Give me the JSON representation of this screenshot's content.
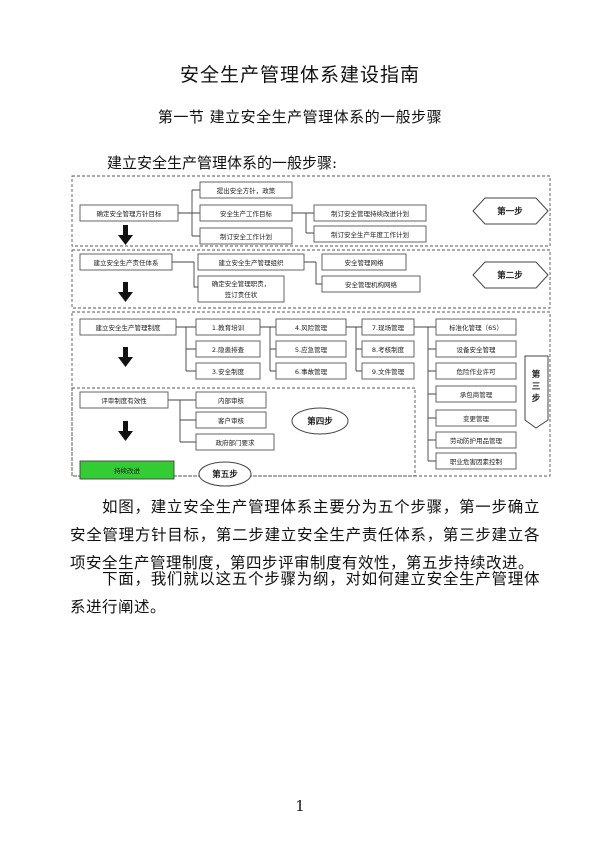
{
  "document": {
    "title": "安全生产管理体系建设指南",
    "section": "第一节   建立安全生产管理体系的一般步骤",
    "lead": "建立安全生产管理体系的一般步骤:",
    "paragraphs": [
      "如图，建立安全生产管理体系主要分为五个步骤，第一步确立安全管理方针目标，第二步建立安全生产责任体系，第三步建立各项安全生产管理制度，第四步评审制度有效性，第五步持续改进。",
      "下面，我们就以这五个步骤为纲，对如何建立安全生产管理体系进行阐述。"
    ],
    "page_number": "1"
  },
  "diagram": {
    "step1": {
      "main": "确定安全管理方针目标",
      "subs": [
        "提出安全方针，政策",
        "安全生产工作目标",
        "制订安全工作计划"
      ],
      "plans": [
        "制订安全管理持续改进计划",
        "制订安全生产年度工作计划"
      ],
      "step_label": "第一步"
    },
    "step2": {
      "main": "建立安全生产责任体系",
      "sub1": "建立安全生产管理组织",
      "sub2a": "确定安全管理职责，",
      "sub2b": "签订责任状",
      "nets": [
        "安全管理网络",
        "安全管理机构网络"
      ],
      "step_label": "第二步"
    },
    "step3": {
      "main": "建立安全生产管理制度",
      "col1": [
        "1.教育培训",
        "2.隐患排查",
        "3.安全制度"
      ],
      "col2": [
        "4.风险管理",
        "5.应急管理",
        "6.事故管理"
      ],
      "col3": [
        "7.现场管理",
        "8.考核制度",
        "9.文件管理"
      ],
      "col4": [
        "标准化管理（6S）",
        "设备安全管理",
        "危险作业许可",
        "承包商管理",
        "变更管理",
        "劳动防护用品管理",
        "职业危害因素控制"
      ],
      "step_label": "第三步"
    },
    "step4": {
      "main": "评审制度有效性",
      "subs": [
        "内部审核",
        "客户审核",
        "政府部门要求"
      ],
      "step_label": "第四步"
    },
    "step5": {
      "main": "持续改进",
      "step_label": "第五步",
      "accent": "#33cc33"
    }
  }
}
